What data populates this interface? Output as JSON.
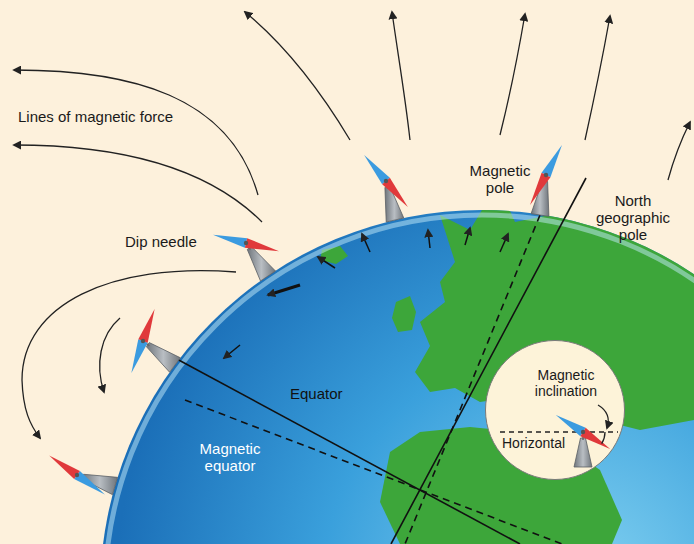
{
  "diagram": {
    "nodes": [
      {
        "text": [
          "Magnetic inclination",
          "Horizontal"
        ]
      }
    ],
    "labels": [
      "Lines of magnetic force",
      "Dip needle",
      "Magnetic pole",
      "North geographic pole",
      "Equator",
      "Magnetic equator"
    ]
  }
}
